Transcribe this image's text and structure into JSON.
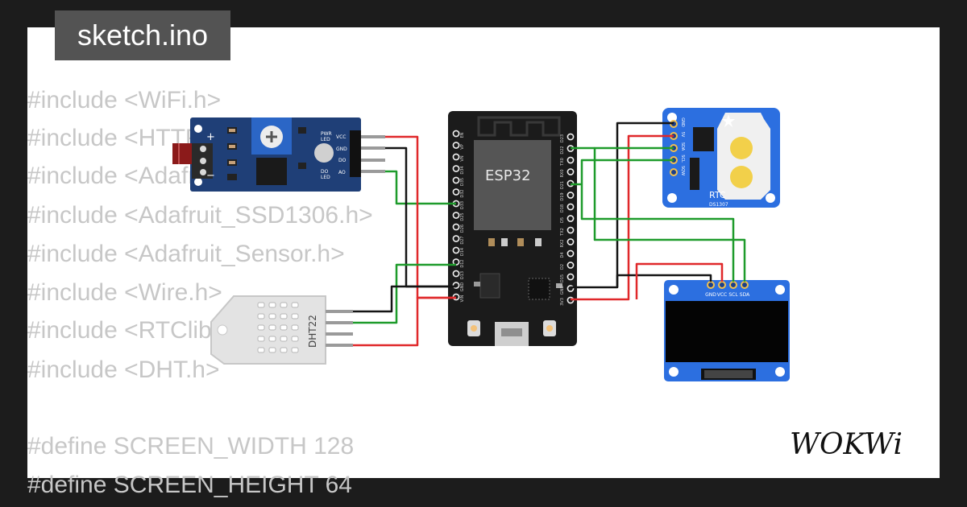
{
  "file_tab": {
    "label": "sketch.ino"
  },
  "code_lines": [
    "#include <WiFi.h>",
    "#include <HTTPClient.h>",
    "#include <Adafruit_GFX.h>",
    "#include <Adafruit_SSD1306.h>",
    "#include <Adafruit_Sensor.h>",
    "#include <Wire.h>",
    "#include <RTClib.h>",
    "#include <DHT.h>",
    "",
    "#define SCREEN_WIDTH 128",
    "#define SCREEN_HEIGHT 64"
  ],
  "ldr_module": {
    "pins": [
      "VCC",
      "GND",
      "DO",
      "AO"
    ],
    "plus": "+",
    "minus": "−",
    "pwr_led": [
      "PWR",
      "LED"
    ],
    "do_led": [
      "DO",
      "LED"
    ]
  },
  "esp32": {
    "label": "ESP32",
    "left_pins": [
      "EN",
      "VP",
      "VN",
      "D34",
      "D35",
      "D32",
      "D33",
      "D25",
      "D26",
      "D27",
      "D14",
      "D12",
      "D13",
      "GND",
      "VIN"
    ],
    "right_pins": [
      "D23",
      "D22",
      "TX0",
      "RX0",
      "D21",
      "D19",
      "D18",
      "D5",
      "TX2",
      "RX2",
      "D4",
      "D2",
      "D15",
      "GND",
      "3V3"
    ]
  },
  "dht22": {
    "label": "DHT22"
  },
  "rtc": {
    "pins": [
      "GND",
      "5V",
      "SDA",
      "SCL",
      "SQW"
    ],
    "label": "RTC",
    "model": "DS1307"
  },
  "oled": {
    "pins": [
      "GND",
      "VCC",
      "SCL",
      "SDA"
    ]
  },
  "wire_colors": {
    "green": "#1e9b2b",
    "black": "#141414",
    "red": "#e0282a"
  },
  "brand": "WOKWi"
}
